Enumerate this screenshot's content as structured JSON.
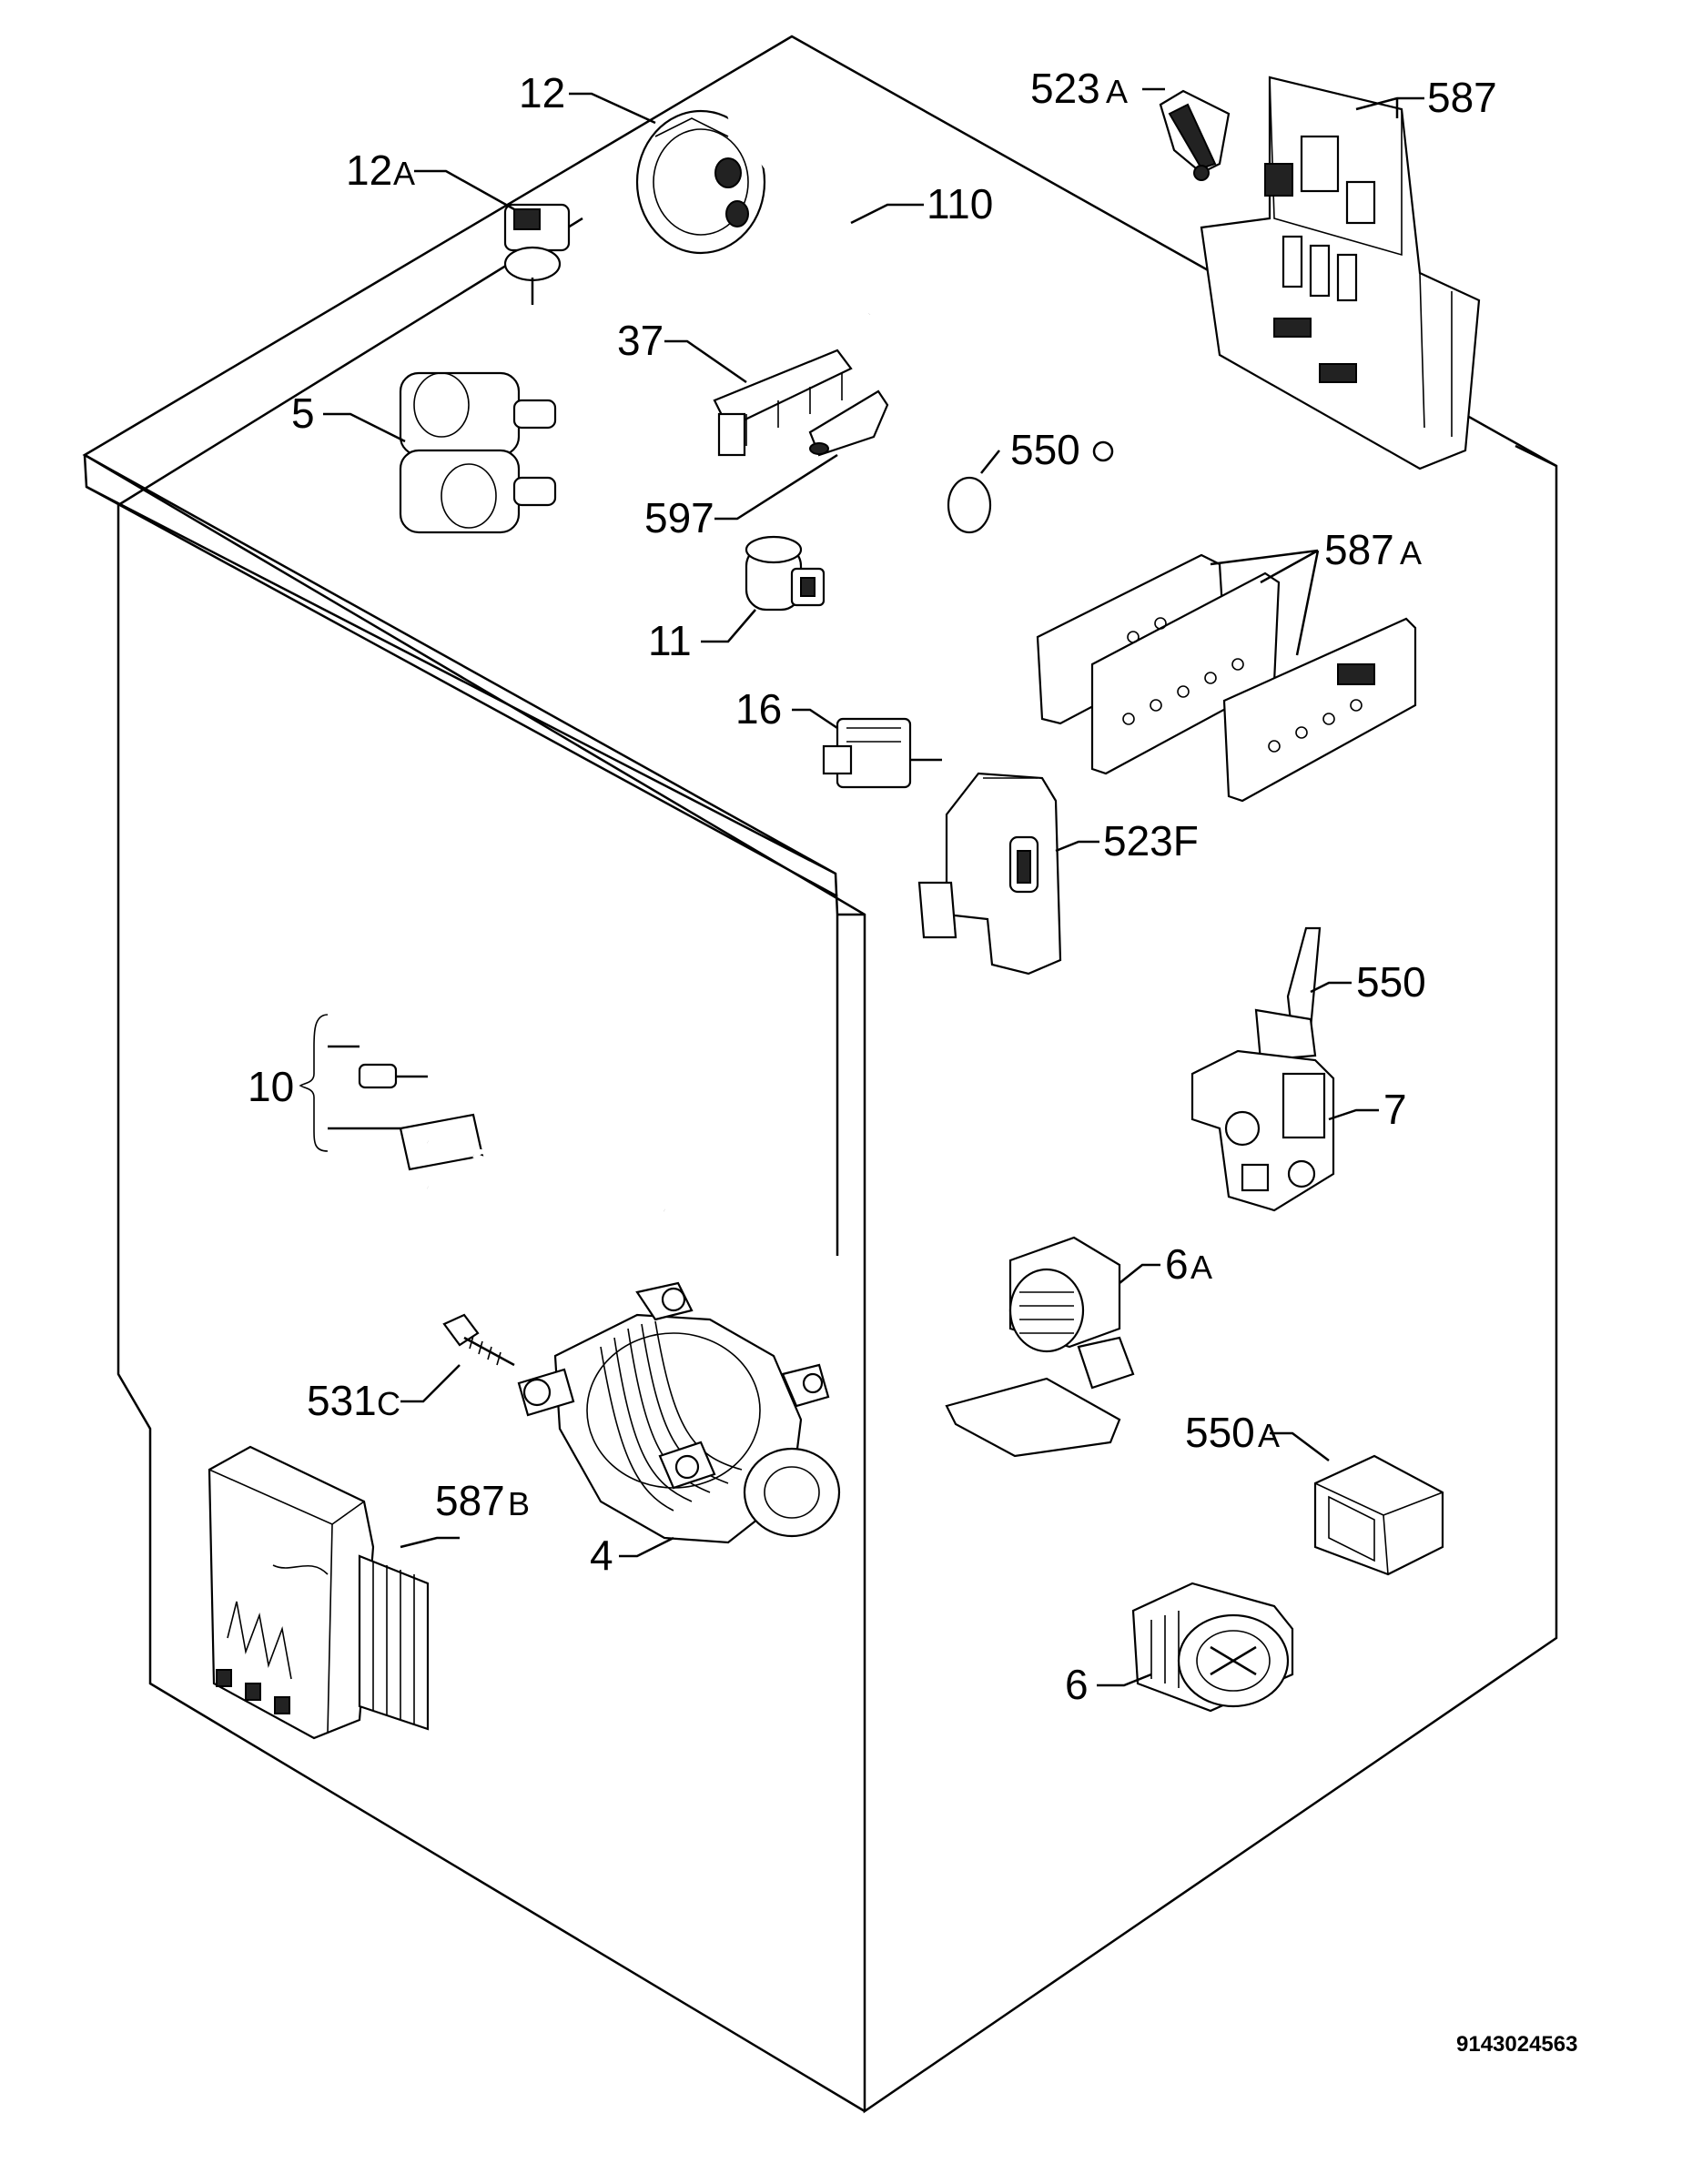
{
  "labels": {
    "l12": "12",
    "l12a": "12",
    "l12a_suffix": "A",
    "l110": "110",
    "l523a": "523",
    "l523a_suffix": "A",
    "l587": "587",
    "l37": "37",
    "l5": "5",
    "l550o": "550",
    "l597": "597",
    "l587a": "587",
    "l587a_suffix": "A",
    "l11": "11",
    "l16": "16",
    "l523f": "523F",
    "l550": "550",
    "l10": "10",
    "l7": "7",
    "l6a": "6",
    "l6a_suffix": "A",
    "l531c": "531",
    "l531c_suffix": "C",
    "l550a": "550",
    "l550a_suffix": "A",
    "l587b": "587",
    "l587b_suffix": "B",
    "l4": "4",
    "l6": "6"
  },
  "document_number": "9143024563"
}
